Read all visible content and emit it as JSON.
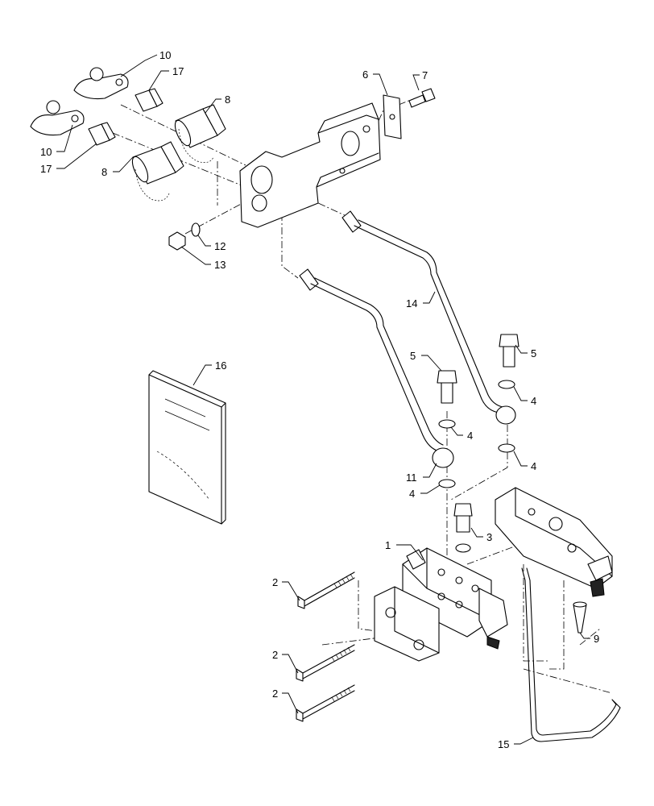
{
  "callouts": [
    {
      "id": "c1",
      "label": "1"
    },
    {
      "id": "c2a",
      "label": "2"
    },
    {
      "id": "c2b",
      "label": "2"
    },
    {
      "id": "c2c",
      "label": "2"
    },
    {
      "id": "c3",
      "label": "3"
    },
    {
      "id": "c4a",
      "label": "4"
    },
    {
      "id": "c4b",
      "label": "4"
    },
    {
      "id": "c4c",
      "label": "4"
    },
    {
      "id": "c4d",
      "label": "4"
    },
    {
      "id": "c5a",
      "label": "5"
    },
    {
      "id": "c5b",
      "label": "5"
    },
    {
      "id": "c6",
      "label": "6"
    },
    {
      "id": "c7",
      "label": "7"
    },
    {
      "id": "c8a",
      "label": "8"
    },
    {
      "id": "c8b",
      "label": "8"
    },
    {
      "id": "c9",
      "label": "9"
    },
    {
      "id": "c10a",
      "label": "10"
    },
    {
      "id": "c10b",
      "label": "10"
    },
    {
      "id": "c11",
      "label": "11"
    },
    {
      "id": "c12",
      "label": "12"
    },
    {
      "id": "c13",
      "label": "13"
    },
    {
      "id": "c14",
      "label": "14"
    },
    {
      "id": "c15",
      "label": "15"
    },
    {
      "id": "c16",
      "label": "16"
    },
    {
      "id": "c17a",
      "label": "17"
    },
    {
      "id": "c17b",
      "label": "17"
    }
  ]
}
